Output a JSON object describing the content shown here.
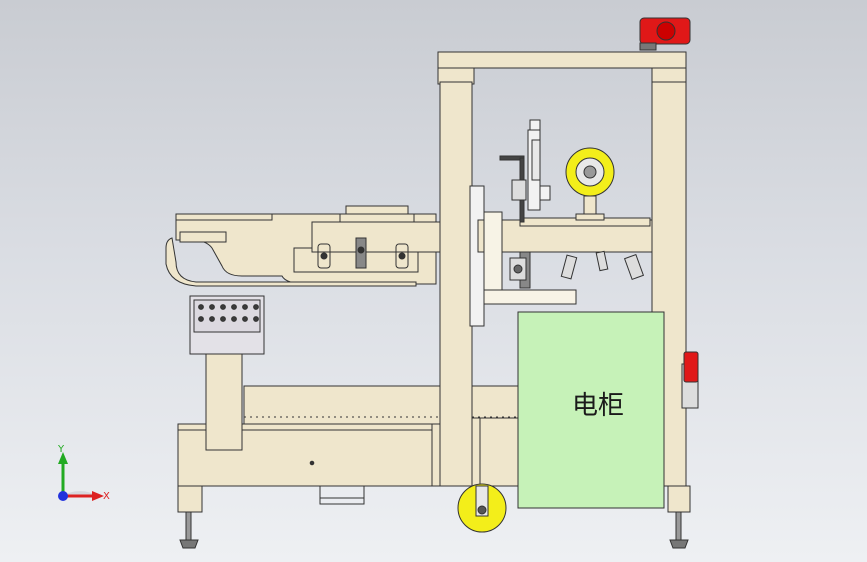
{
  "cabinet": {
    "label": "电柜"
  },
  "triad": {
    "y_label": "Y",
    "x_label": "X",
    "y_color": "#22aa22",
    "x_color": "#dd2222",
    "z_color": "#2233dd"
  },
  "colors": {
    "frame": "#efe6cc",
    "cabinet": "#c6f2b8",
    "motor": "#e01818",
    "tape_roll": "#f3ee1a",
    "outline": "#333333"
  }
}
